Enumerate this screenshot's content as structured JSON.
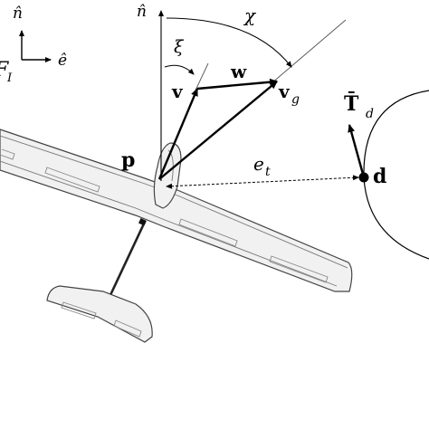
{
  "figure": {
    "frame_label": "F",
    "frame_subscript": "I",
    "frame_axis_north": "n̂",
    "frame_axis_east": "ê",
    "north_axis_label": "n̂",
    "course_angle_label": "χ",
    "crab_angle_label": "ξ",
    "airspeed_label": "v",
    "wind_label": "w",
    "groundspeed_label": "v",
    "groundspeed_subscript": "g",
    "position_label": "p",
    "track_error_label": "e",
    "track_error_subscript": "t",
    "target_point_label": "d",
    "tangent_label": "T̄",
    "tangent_subscript": "d"
  },
  "colors": {
    "ink": "#000000",
    "aircraft_fill": "#f1f1f1",
    "aircraft_outline": "#444444",
    "guide_line": "#666666"
  }
}
